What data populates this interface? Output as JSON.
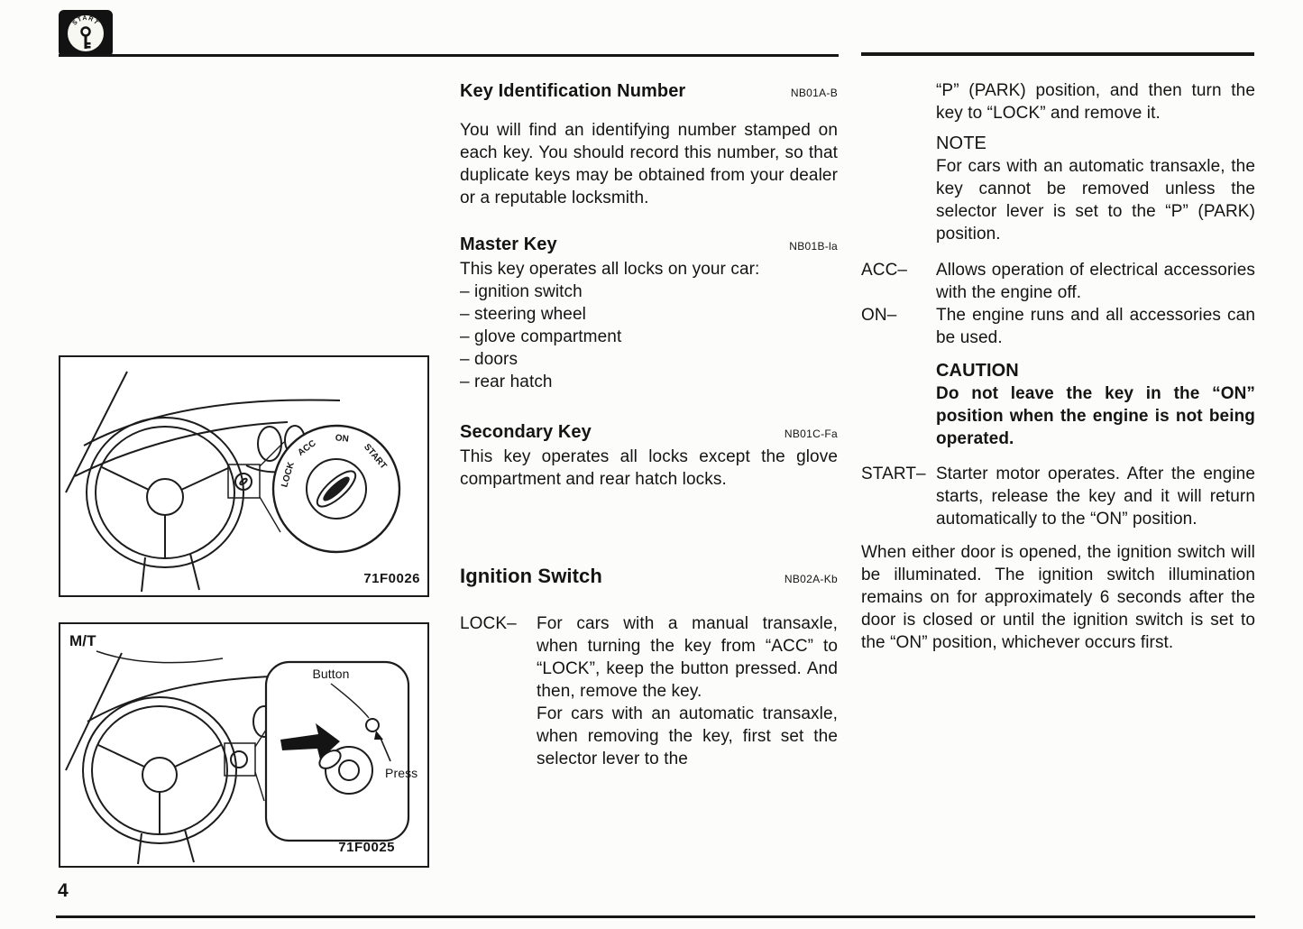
{
  "page": {
    "number": "4"
  },
  "header": {
    "icon_label": "START"
  },
  "figures": {
    "fig1": {
      "code": "71F0026",
      "dial": {
        "lock": "LOCK",
        "acc": "ACC",
        "on": "ON",
        "start": "START"
      }
    },
    "fig2": {
      "code": "71F0025",
      "transmission": "M/T",
      "button": "Button",
      "press": "Press"
    }
  },
  "middle": {
    "key_id": {
      "title": "Key Identification Number",
      "code": "NB01A-B",
      "body": "You will find an identifying number stamped on each key. You should record this number, so that duplicate keys may be obtained from your dealer or a reputable locksmith."
    },
    "master_key": {
      "title": "Master Key",
      "code": "NB01B-la",
      "intro": "This key operates all locks on your car:",
      "items": [
        "– ignition switch",
        "– steering wheel",
        "– glove compartment",
        "– doors",
        "– rear hatch"
      ]
    },
    "secondary_key": {
      "title": "Secondary Key",
      "code": "NB01C-Fa",
      "body": "This key operates all locks except the glove compartment and rear hatch locks."
    },
    "ignition": {
      "title": "Ignition Switch",
      "code": "NB02A-Kb",
      "lock_term": "LOCK–",
      "lock_def_manual": "For cars with a manual transaxle, when turning the key from “ACC” to “LOCK”, keep the button pressed. And then, remove the key.",
      "lock_def_auto": "For cars with an automatic transaxle, when removing the key, first set the selector lever to the"
    }
  },
  "right": {
    "lock_continuation": "“P” (PARK) position, and then turn the key to “LOCK” and remove it.",
    "note": {
      "title": "NOTE",
      "body": "For cars with an automatic transaxle, the key cannot be removed unless the selector lever is set to the “P” (PARK) position."
    },
    "acc": {
      "term": "ACC–",
      "def": "Allows operation of electrical accessories with the engine off."
    },
    "on": {
      "term": "ON–",
      "def": "The engine runs and all accessories can be used."
    },
    "caution": {
      "title": "CAUTION",
      "body": "Do not leave the key in the “ON” position when the engine is not being operated."
    },
    "start": {
      "term": "START–",
      "def": "Starter motor operates. After the engine starts, release the key and it will return automatically to the “ON” position."
    },
    "closing": "When either door is opened, the ignition switch will be illuminated. The ignition switch illumination remains on for approximately 6 seconds after the door is closed or until the ignition switch is set to the “ON” position, whichever occurs first."
  }
}
